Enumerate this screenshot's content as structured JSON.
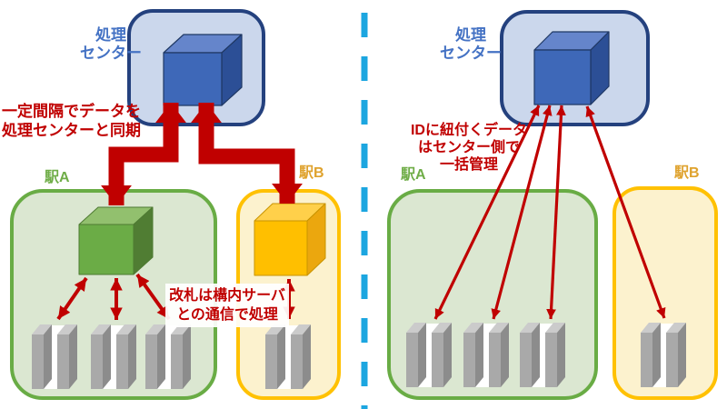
{
  "diagram": {
    "left_panel": {
      "processing_center_label": "処理\nセンター",
      "sync_note": "一定間隔でデータを\n処理センターと同期",
      "station_a_label": "駅A",
      "station_b_label": "駅B",
      "gate_note": "改札は構内サーバ\nとの通信で処理",
      "station_a_gate_count": 3,
      "station_b_gate_count": 1
    },
    "right_panel": {
      "processing_center_label": "処理\nセンター",
      "central_note": "IDに紐付くデータ\nはセンター側で\n一括管理",
      "station_a_label": "駅A",
      "station_b_label": "駅B",
      "station_a_gate_count": 3,
      "station_b_gate_count": 1
    },
    "colors": {
      "arrow_red": "#C00000",
      "center_box_fill": "#CBD7EC",
      "center_box_border": "#24417E",
      "server_blue": "#3E68B8",
      "station_a_fill": "#DBE7D1",
      "station_a_border": "#69AC45",
      "server_green": "#6BAC46",
      "station_b_fill": "#FCF2CE",
      "station_b_border": "#FFC103",
      "server_yellow": "#FFBF00",
      "gate_gray": "#A9A9A9",
      "divider_blue": "#1CA6E0",
      "label_blue": "#4472C4",
      "label_green": "#6FAD47",
      "label_gold": "#DFA22D"
    }
  }
}
